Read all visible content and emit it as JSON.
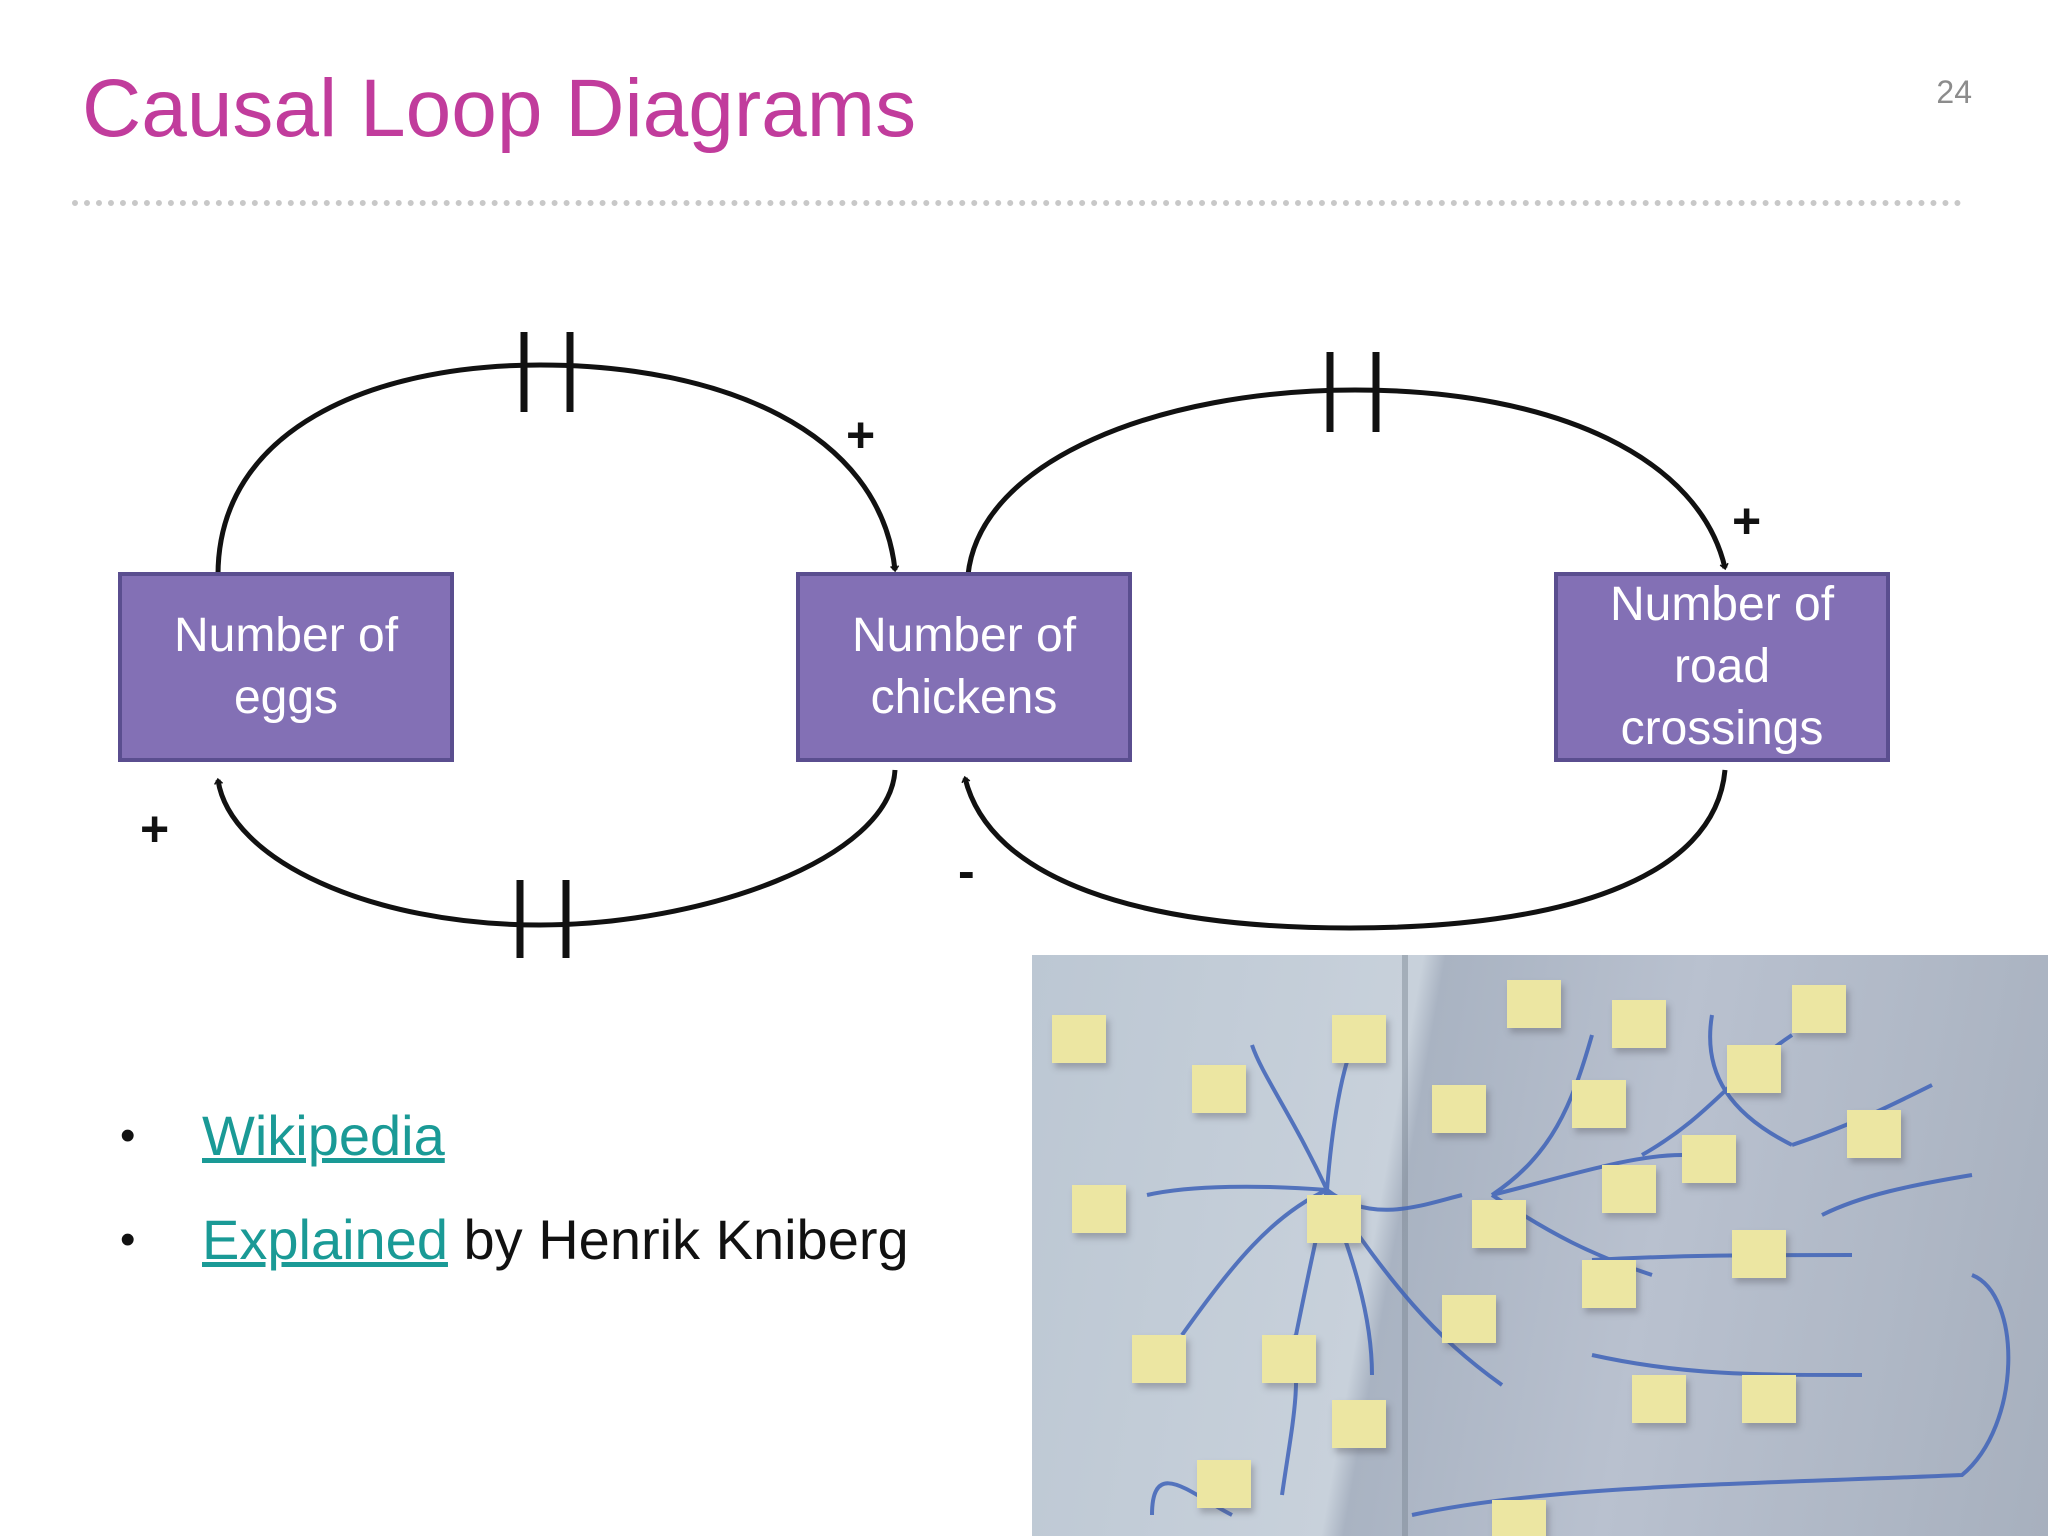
{
  "slide": {
    "title": "Causal Loop Diagrams",
    "page_number": "24"
  },
  "diagram": {
    "nodes": [
      {
        "id": "eggs",
        "label": "Number of eggs"
      },
      {
        "id": "chickens",
        "label": "Number of chickens"
      },
      {
        "id": "road",
        "label": "Number of road crossings"
      }
    ],
    "links": [
      {
        "from": "eggs",
        "to": "chickens",
        "polarity": "+",
        "delay": true
      },
      {
        "from": "chickens",
        "to": "eggs",
        "polarity": "+",
        "delay": true
      },
      {
        "from": "chickens",
        "to": "road",
        "polarity": "+",
        "delay": true
      },
      {
        "from": "road",
        "to": "chickens",
        "polarity": "-",
        "delay": false
      }
    ],
    "colors": {
      "node_fill": "#8370b5",
      "node_border": "#5a4e8f",
      "title": "#c13c9c",
      "link": "#1a9a96"
    }
  },
  "bullets": {
    "items": [
      {
        "link_text": "Wikipedia",
        "suffix": ""
      },
      {
        "link_text": "Explained",
        "suffix": " by Henrik Kniberg"
      }
    ]
  },
  "photo": {
    "icon": "whiteboard-photo"
  }
}
